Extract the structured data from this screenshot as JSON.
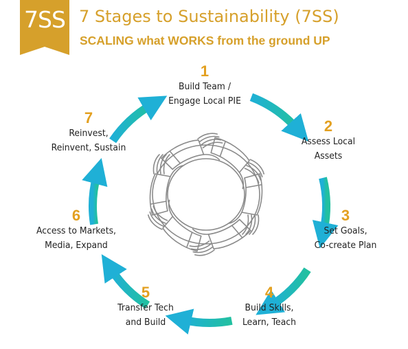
{
  "header": {
    "badge": "7SS",
    "title": "7 Stages to Sustainability (7SS)",
    "subtitle": "SCALING what WORKS from the ground UP"
  },
  "colors": {
    "gold": "#d6a02b",
    "number": "#e3a020",
    "arrow_start": "#1fb0d6",
    "arrow_end": "#22c0a0",
    "hands": "#8a8a8a"
  },
  "stages": [
    {
      "number": "1",
      "line1": "Build Team /",
      "line2": "Engage Local PIE"
    },
    {
      "number": "2",
      "line1": "Assess Local",
      "line2": "Assets"
    },
    {
      "number": "3",
      "line1": "Set Goals,",
      "line2": "Co-create Plan"
    },
    {
      "number": "4",
      "line1": "Build Skills,",
      "line2": "Learn, Teach"
    },
    {
      "number": "5",
      "line1": "Transfer Tech",
      "line2": "and Build"
    },
    {
      "number": "6",
      "line1": "Access to Markets,",
      "line2": "Media, Expand"
    },
    {
      "number": "7",
      "line1": "Reinvest,",
      "line2": "Reinvent, Sustain"
    }
  ],
  "center_graphic": "circle-of-hands-icon"
}
